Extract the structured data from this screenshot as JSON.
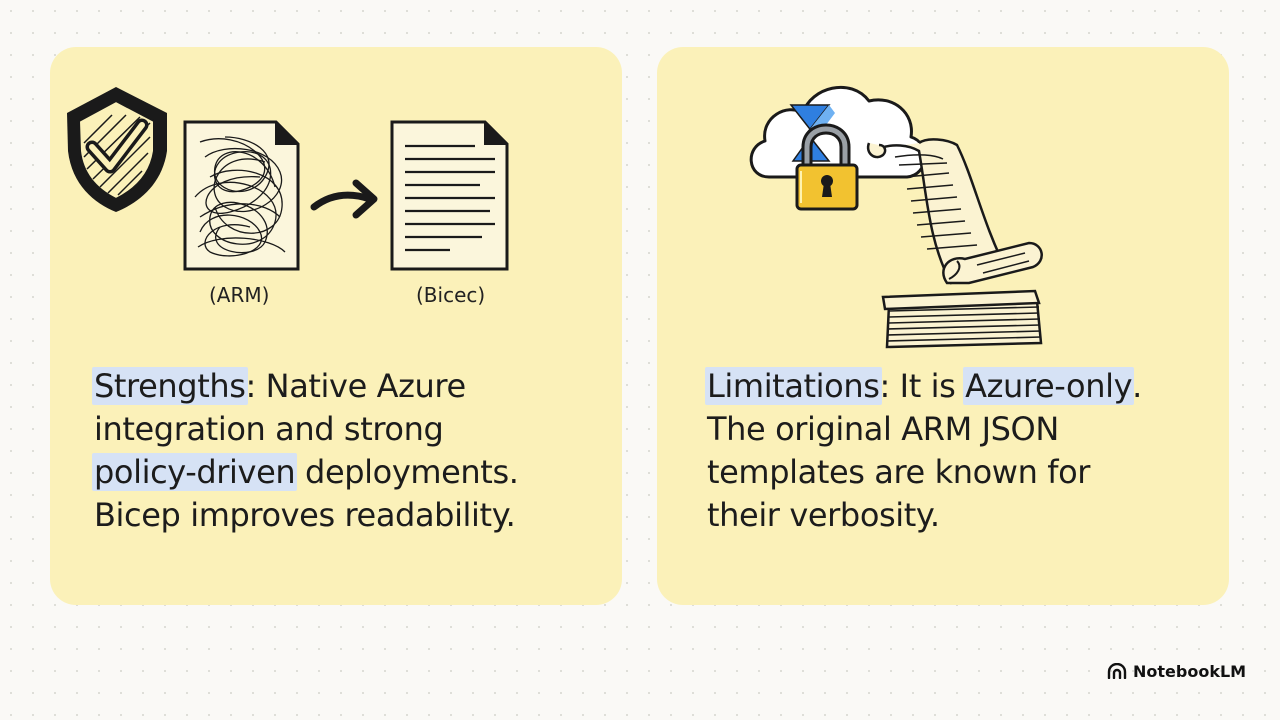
{
  "left": {
    "caption_arm": "(ARM)",
    "caption_bicep": "(Bicec)",
    "t1_hl": "Strengths",
    "t1_rest": ": Native Azure",
    "t2": "integration and strong",
    "t3_hl": "policy-driven",
    "t3_rest": " deployments.",
    "t4": "Bicep improves readability."
  },
  "right": {
    "t1_hl": "Limitations",
    "t1_mid": ": It is ",
    "t1_hl2": "Azure-only",
    "t1_end": ".",
    "t2": "The original ARM JSON",
    "t3": "templates are known for",
    "t4": "their verbosity."
  },
  "brand": {
    "name": "NotebookLM"
  },
  "colors": {
    "card": "#fbf1b9",
    "highlight": "#d6e2f5",
    "lock": "#f2c230",
    "azure": "#2f7fe0",
    "paper": "#fbf3d2"
  },
  "icons": [
    "shield-check-icon",
    "tangled-document-icon",
    "arrow-right-icon",
    "clean-document-icon",
    "azure-cloud-icon",
    "padlock-icon",
    "scroll-icon",
    "paper-stack-icon",
    "notebooklm-logo-icon"
  ]
}
